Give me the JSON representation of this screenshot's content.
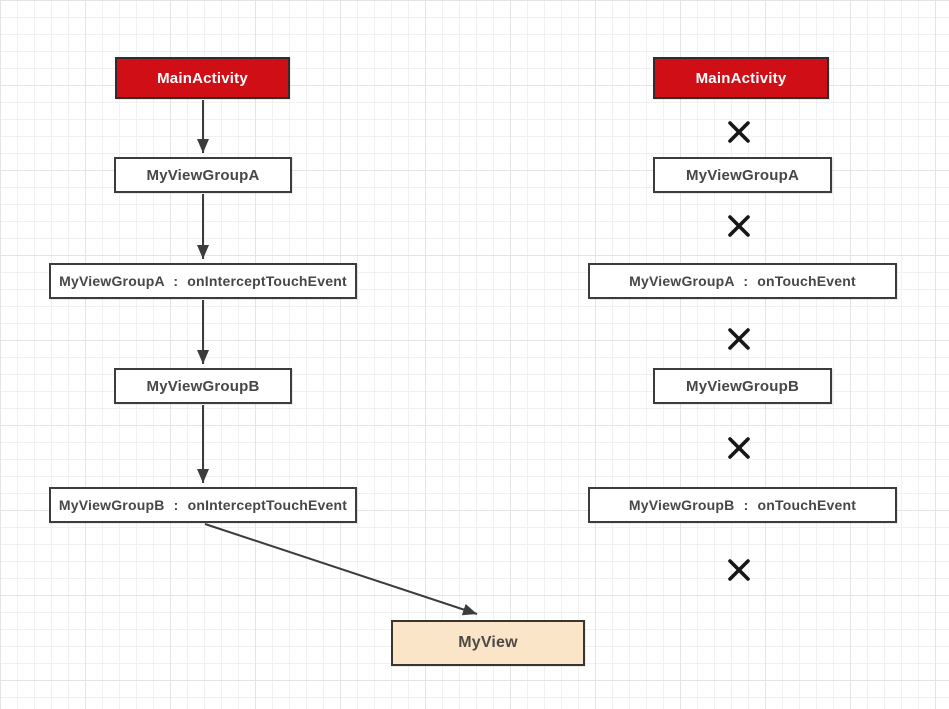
{
  "diagram": {
    "title": "touch-event-dispatch-flow",
    "colors": {
      "activity_fill": "#d00e16",
      "activity_text": "#ffffff",
      "box_fill": "#ffffff",
      "box_border": "#3c3c3c",
      "box_text": "#474747",
      "view_fill": "#fbe5c9",
      "arrow": "#3c3c3c",
      "cross": "#161616",
      "grid_minor": "#f1f1f1",
      "grid_major": "#e4e4e4"
    },
    "left_column": {
      "nodes": [
        {
          "id": "main-activity",
          "label": "MainActivity",
          "type": "activity"
        },
        {
          "id": "view-group-a",
          "label": "MyViewGroupA",
          "type": "box"
        },
        {
          "id": "view-group-a-intercept",
          "label": "MyViewGroupA : onInterceptTouchEvent",
          "type": "box-wide"
        },
        {
          "id": "view-group-b",
          "label": "MyViewGroupB",
          "type": "box"
        },
        {
          "id": "view-group-b-intercept",
          "label": "MyViewGroupB : onInterceptTouchEvent",
          "type": "box-wide"
        },
        {
          "id": "my-view",
          "label": "MyView",
          "type": "view"
        }
      ]
    },
    "right_column": {
      "nodes": [
        {
          "id": "main-activity",
          "label": "MainActivity",
          "type": "activity"
        },
        {
          "id": "view-group-a",
          "label": "MyViewGroupA",
          "type": "box"
        },
        {
          "id": "view-group-a-touch",
          "label": "MyViewGroupA : onTouchEvent",
          "type": "box-wide"
        },
        {
          "id": "view-group-b",
          "label": "MyViewGroupB",
          "type": "box"
        },
        {
          "id": "view-group-b-touch",
          "label": "MyViewGroupB : onTouchEvent",
          "type": "box-wide"
        }
      ],
      "cross_count": 5
    }
  }
}
